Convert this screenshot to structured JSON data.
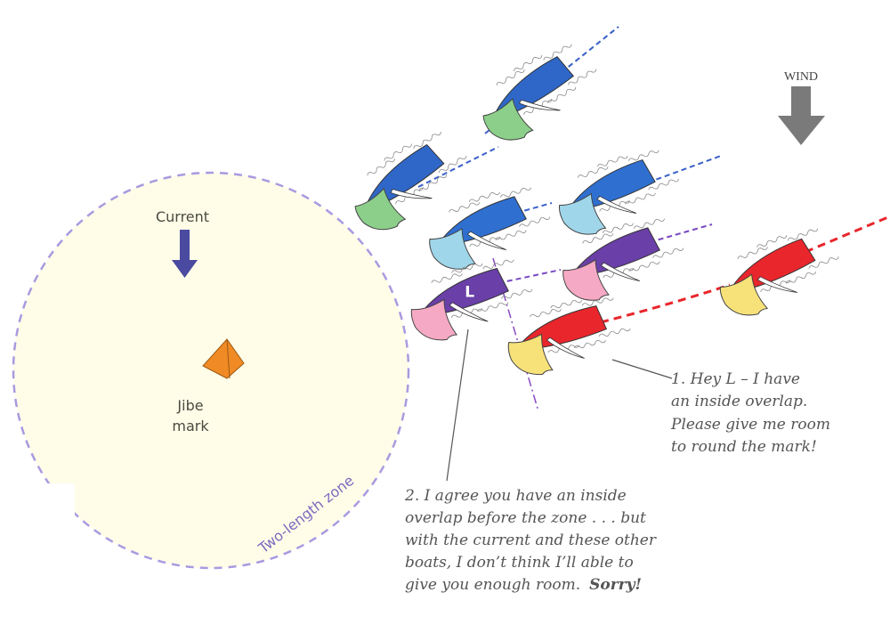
{
  "diagram": {
    "title": "Jibe mark rounding with current — two-length zone",
    "wind": {
      "label": "WIND",
      "direction": "down",
      "color": "#7a7a7a"
    },
    "current": {
      "label": "Current",
      "direction": "down",
      "color": "#4a4aa0"
    },
    "mark": {
      "label_line1": "Jibe",
      "label_line2": "mark",
      "color": "#f08a24"
    },
    "zone": {
      "label": "Two-length zone",
      "fill": "#fffde8",
      "stroke": "#a99ae0"
    },
    "boats": [
      {
        "id": "boat-blue-green-front",
        "hull": "#2f67c8",
        "sail": "#8ccf8a",
        "letter": ""
      },
      {
        "id": "boat-blue-green-lead",
        "hull": "#2f67c8",
        "sail": "#8ccf8a",
        "letter": ""
      },
      {
        "id": "boat-blue-lightblue-mid",
        "hull": "#2f6fd0",
        "sail": "#9fd6ea",
        "letter": ""
      },
      {
        "id": "boat-blue-lightblue-back",
        "hull": "#2f6fd0",
        "sail": "#9fd6ea",
        "letter": ""
      },
      {
        "id": "boat-purple-pink-l",
        "hull": "#6a3fa8",
        "sail": "#f6a9c4",
        "letter": "L"
      },
      {
        "id": "boat-purple-pink-back",
        "hull": "#6a3fa8",
        "sail": "#f6a9c4",
        "letter": ""
      },
      {
        "id": "boat-red-yellow-inside",
        "hull": "#e8262c",
        "sail": "#f7e27a",
        "letter": ""
      },
      {
        "id": "boat-red-yellow-back",
        "hull": "#e8262c",
        "sail": "#f7e27a",
        "letter": ""
      }
    ],
    "callouts": [
      {
        "id": "callout-1",
        "lines": [
          "1. Hey L – I have",
          "an inside overlap.",
          "Please give me room",
          "to round the mark!"
        ]
      },
      {
        "id": "callout-2",
        "lines": [
          "2. I agree you have an inside",
          "overlap before the zone . . . but",
          "with the current and these other",
          "boats, I don’t think I’ll able to",
          "give you enough room."
        ],
        "emphasis": "Sorry!"
      }
    ]
  }
}
